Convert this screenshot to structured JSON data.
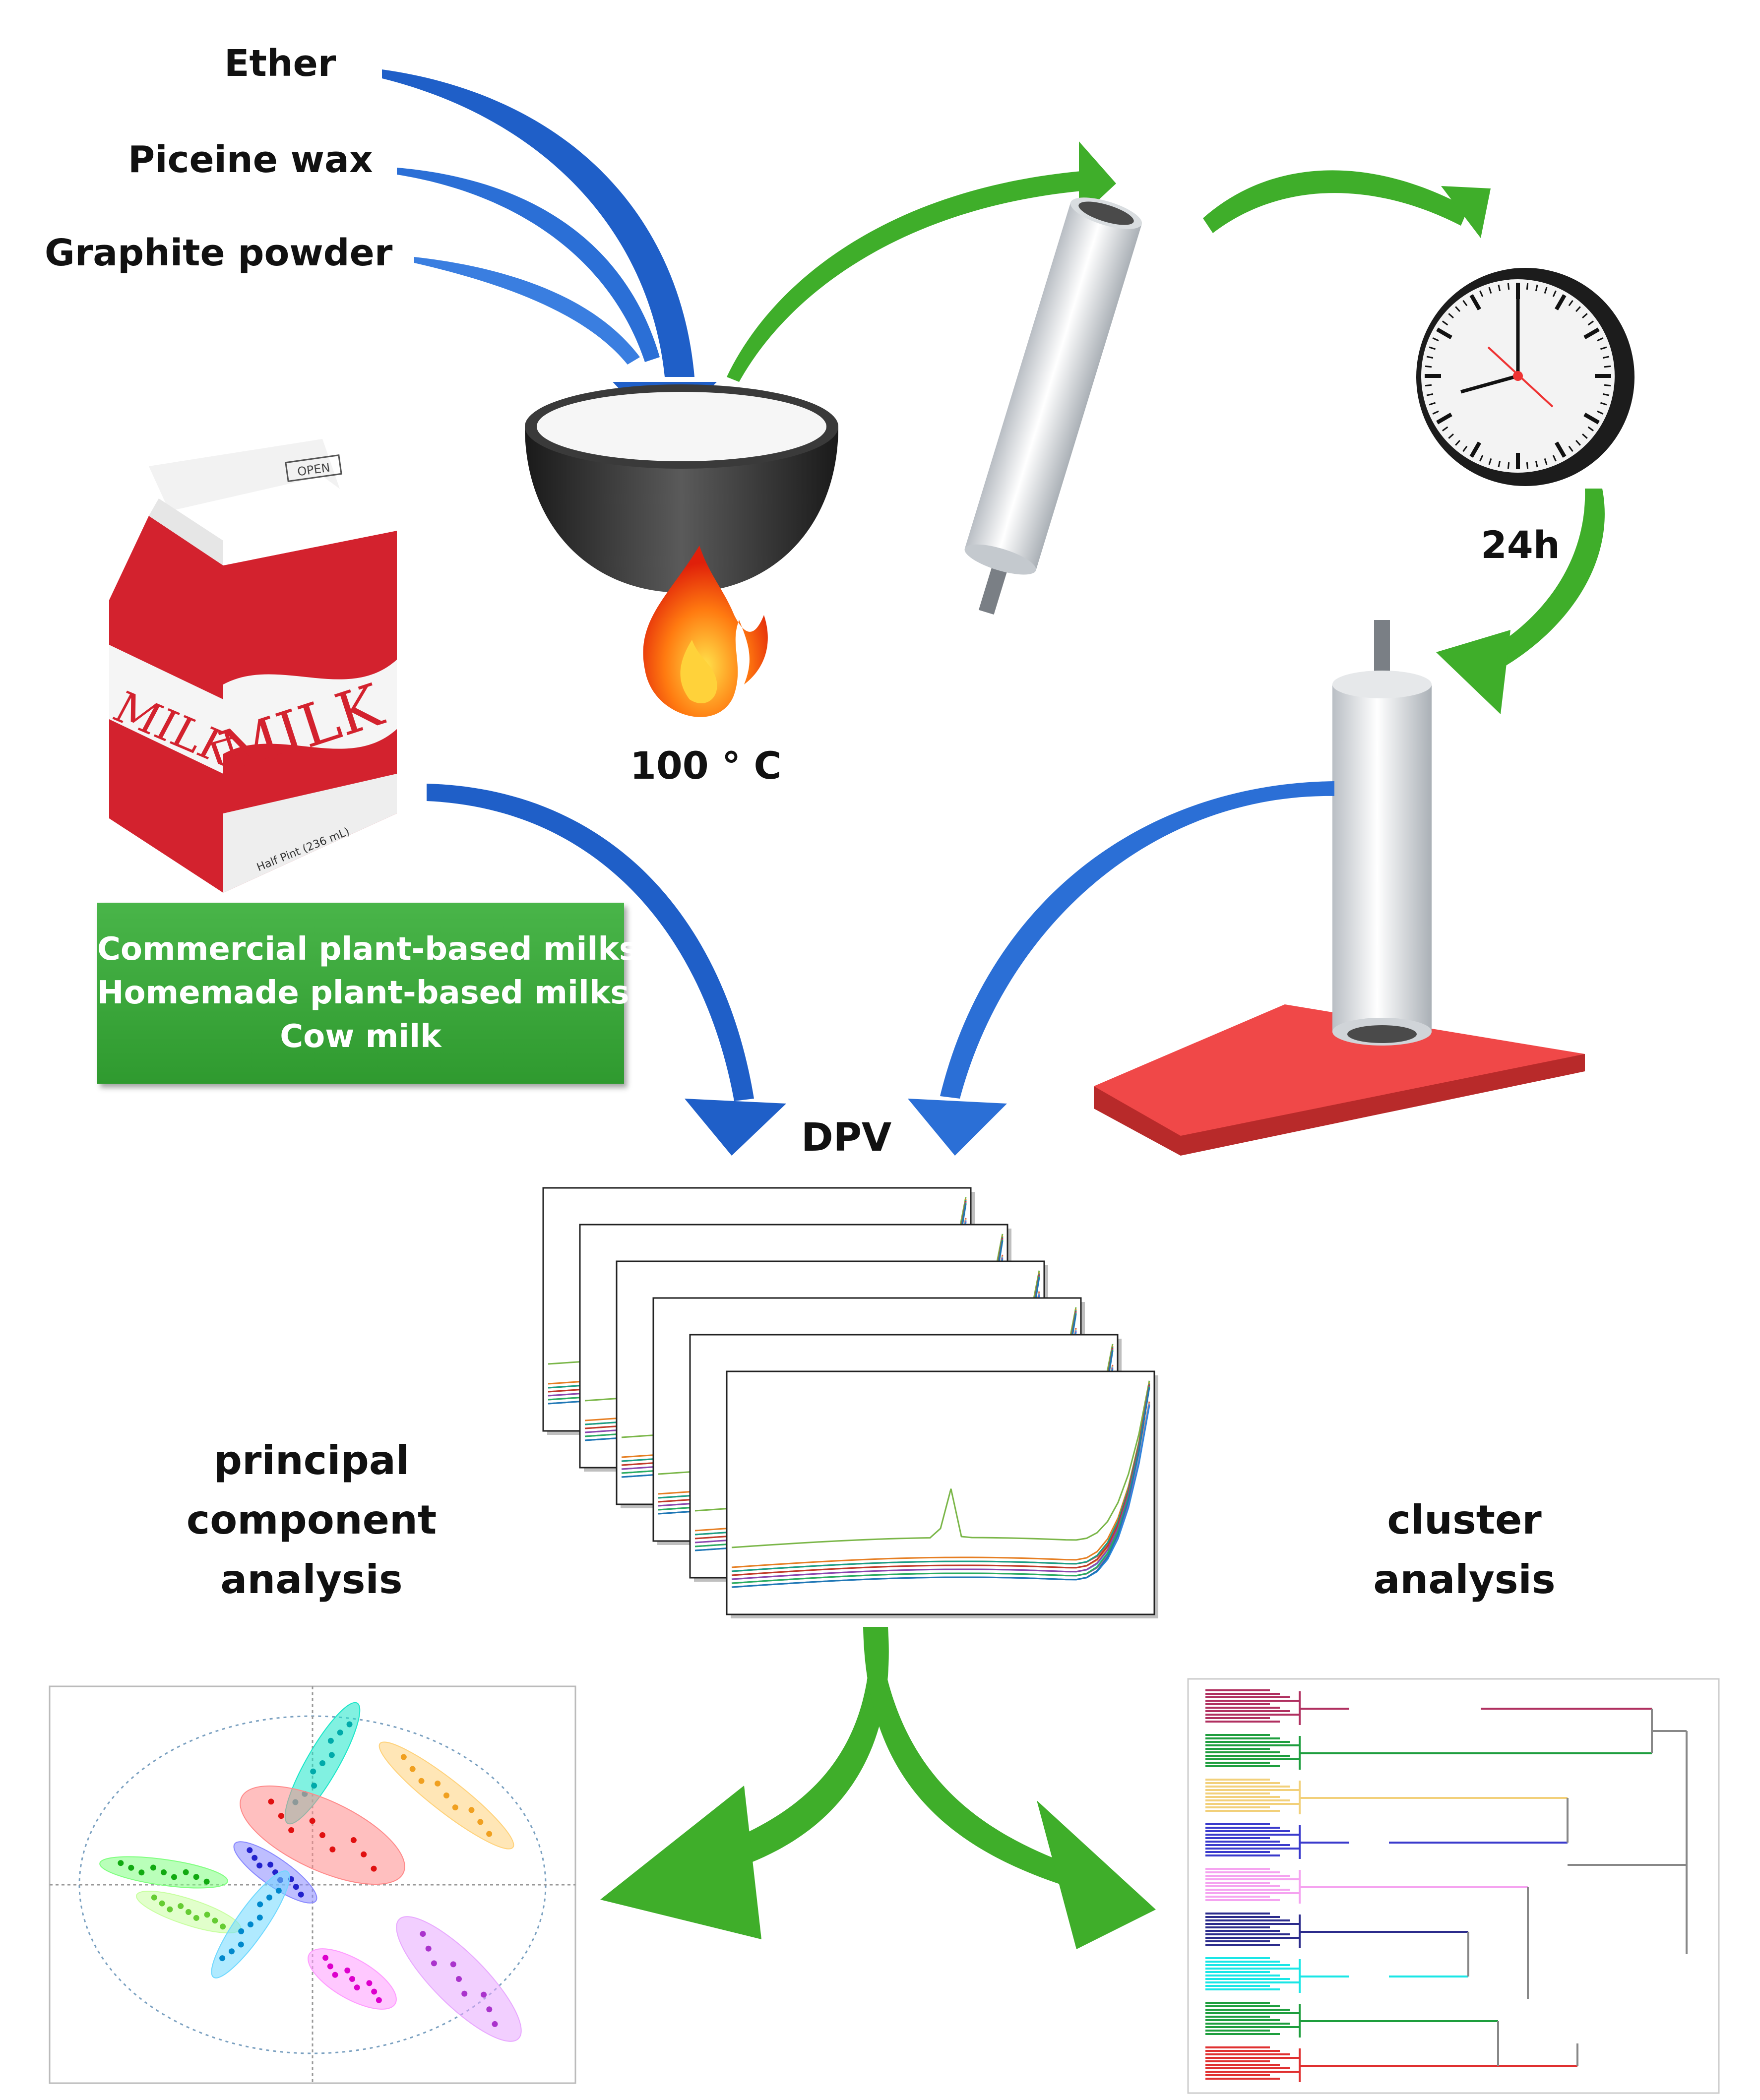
{
  "inputs": {
    "ether": "Ether",
    "piceine_wax": "Piceine wax",
    "graphite_powder": "Graphite powder"
  },
  "heating": {
    "temperature": "100 ° C"
  },
  "curing": {
    "duration": "24h"
  },
  "carton": {
    "label_front": "MILK",
    "label_side": "MILK",
    "open_tab": "OPEN",
    "small_print": "Half Pint (236 mL)"
  },
  "samples": {
    "items": [
      "Commercial plant-based milks",
      "Homemade plant-based milks",
      "Cow milk"
    ]
  },
  "technique": {
    "label": "DPV"
  },
  "analysis": {
    "pca": [
      "principal",
      "component",
      "analysis"
    ],
    "cluster": [
      "cluster",
      "analysis"
    ]
  },
  "colors": {
    "blue_arrow": "#1f5fc8",
    "green_arrow": "#3fae2a",
    "milk_red": "#d3222e",
    "box_green": "#3aa63a",
    "base_red": "#ee4444"
  },
  "icons": {
    "heater": "flame-icon",
    "timer": "clock-icon",
    "container": "milk-carton-icon",
    "bowl": "mixing-bowl-icon",
    "electrode": "electrode-tube-icon"
  }
}
